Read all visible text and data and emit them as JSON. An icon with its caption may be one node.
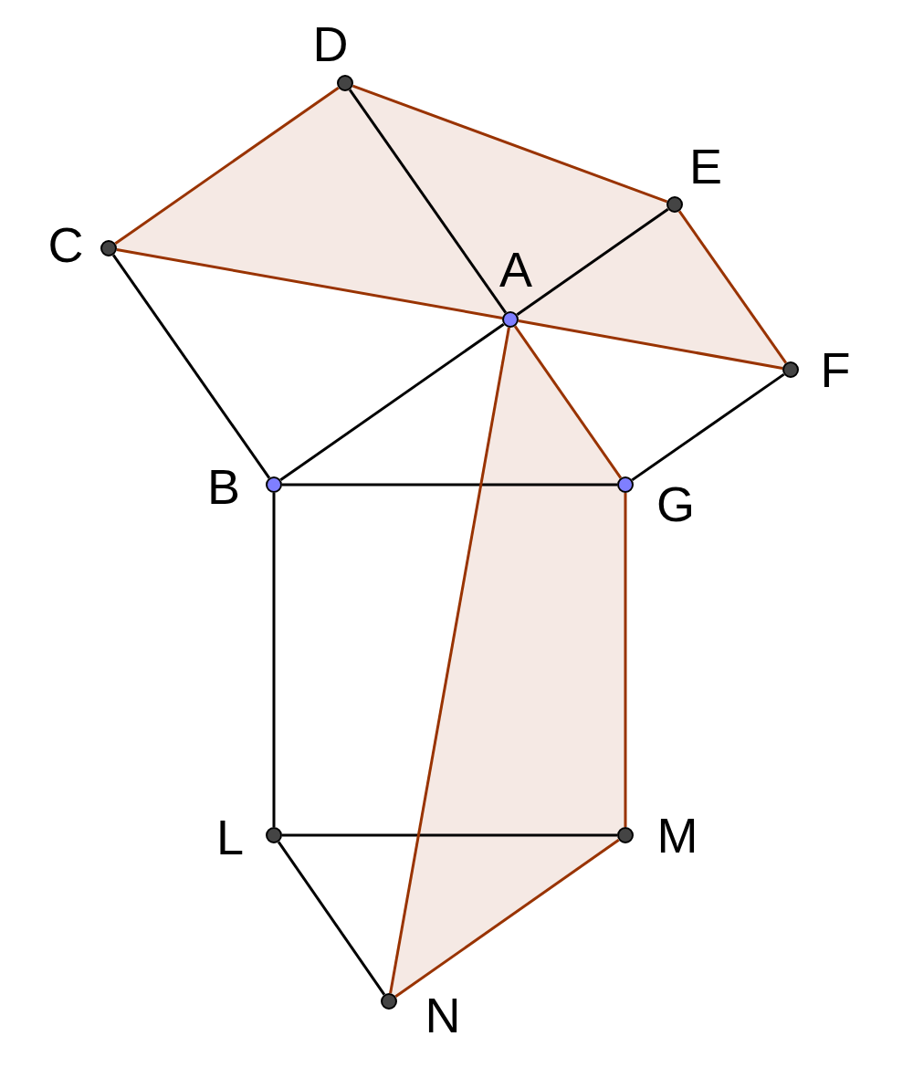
{
  "diagram": {
    "nodes": [
      {
        "text": [],
        "shape": "circle",
        "beside": [
          "D"
        ]
      },
      {
        "text": [],
        "shape": "circle",
        "beside": [
          "E"
        ]
      },
      {
        "text": [],
        "shape": "circle",
        "beside": [
          "C"
        ]
      },
      {
        "text": [],
        "shape": "circle",
        "beside": [
          "A"
        ]
      },
      {
        "text": [],
        "shape": "circle",
        "beside": [
          "F"
        ]
      },
      {
        "text": [],
        "shape": "circle",
        "beside": [
          "B"
        ]
      },
      {
        "text": [],
        "shape": "circle",
        "beside": [
          "G"
        ]
      },
      {
        "text": [],
        "shape": "circle",
        "beside": [
          "L"
        ]
      },
      {
        "text": [],
        "shape": "circle",
        "beside": [
          "M"
        ]
      },
      {
        "text": [],
        "shape": "circle",
        "beside": [
          "N"
        ]
      }
    ],
    "edges": [
      {
        "from": 2,
        "to": 0,
        "arrow": "none",
        "color": "#993300"
      },
      {
        "from": 0,
        "to": 1,
        "arrow": "none",
        "color": "#993300"
      },
      {
        "from": 1,
        "to": 4,
        "arrow": "none",
        "color": "#993300"
      },
      {
        "from": 2,
        "to": 3,
        "arrow": "none",
        "color": "#993300"
      },
      {
        "from": 3,
        "to": 4,
        "arrow": "none",
        "color": "#993300"
      },
      {
        "from": 0,
        "to": 3,
        "arrow": "none",
        "color": "#000000"
      },
      {
        "from": 3,
        "to": 1,
        "arrow": "none",
        "color": "#000000"
      },
      {
        "from": 2,
        "to": 5,
        "arrow": "none",
        "color": "#000000"
      },
      {
        "from": 5,
        "to": 3,
        "arrow": "none",
        "color": "#000000"
      },
      {
        "from": 5,
        "to": 6,
        "arrow": "none",
        "color": "#000000"
      },
      {
        "from": 6,
        "to": 4,
        "arrow": "none",
        "color": "#000000"
      },
      {
        "from": 3,
        "to": 6,
        "arrow": "none",
        "color": "#993300"
      },
      {
        "from": 5,
        "to": 7,
        "arrow": "none",
        "color": "#000000"
      },
      {
        "from": 6,
        "to": 8,
        "arrow": "none",
        "color": "#993300"
      },
      {
        "from": 7,
        "to": 8,
        "arrow": "none",
        "color": "#000000"
      },
      {
        "from": 7,
        "to": 9,
        "arrow": "none",
        "color": "#000000"
      },
      {
        "from": 8,
        "to": 9,
        "arrow": "none",
        "color": "#993300"
      },
      {
        "from": 9,
        "to": 3,
        "arrow": "none",
        "color": "#993300"
      }
    ]
  }
}
